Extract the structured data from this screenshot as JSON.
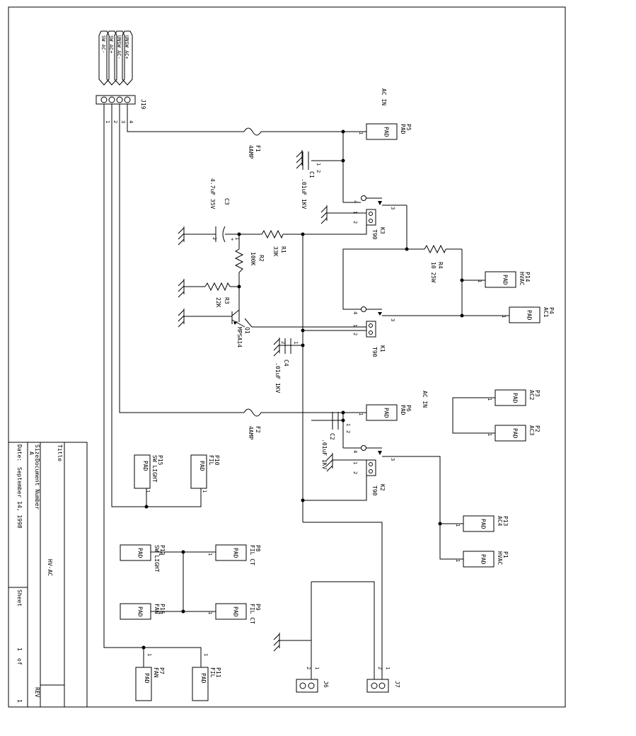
{
  "title_block": {
    "title_label": "Title",
    "title": "HV-AC",
    "size_label": "Size",
    "size": "A",
    "docnum_label": "Document Number",
    "rev_label": "REV",
    "date_label": "Date:",
    "date": "September 14, 1998",
    "sheet_label": "Sheet",
    "sheet_value": "1",
    "of_label": "of",
    "of_value": "1"
  },
  "connector_j19": {
    "ref": "J19",
    "pin_labels": [
      "UNSW AC+",
      "UNSW AC-",
      "SW AC+",
      "SW AC-"
    ],
    "pin_numbers": [
      "1",
      "2",
      "3",
      "4"
    ]
  },
  "pad_text": "PAD",
  "pads": [
    {
      "ref": "P5",
      "label": "PAD",
      "pin": "1"
    },
    {
      "ref": "P6",
      "label": "PAD",
      "pin": "1"
    },
    {
      "ref": "P14",
      "label": "HVAC",
      "pin": "1"
    },
    {
      "ref": "P4",
      "label": "AC1",
      "pin": "1"
    },
    {
      "ref": "P3",
      "label": "AC2",
      "pin": "1"
    },
    {
      "ref": "P2",
      "label": "AC3",
      "pin": "1"
    },
    {
      "ref": "P13",
      "label": "AC4",
      "pin": "1"
    },
    {
      "ref": "P1",
      "label": "HVAC",
      "pin": "1"
    },
    {
      "ref": "P15",
      "label": "SW LIGHT",
      "pin": "1"
    },
    {
      "ref": "P10",
      "label": "FIL",
      "pin": "1"
    },
    {
      "ref": "P12",
      "label": "SW LIGHT",
      "pin": "1"
    },
    {
      "ref": "P8",
      "label": "FIL CT",
      "pin": "1"
    },
    {
      "ref": "P16",
      "label": "FAN",
      "pin": "1"
    },
    {
      "ref": "P9",
      "label": "FIL CT",
      "pin": "1"
    },
    {
      "ref": "P7",
      "label": "FAN",
      "pin": "1"
    },
    {
      "ref": "P11",
      "label": "FIL",
      "pin": "1"
    }
  ],
  "components": {
    "ac_in_1": "AC IN",
    "ac_in_2": "AC IN",
    "f1": {
      "ref": "F1",
      "value": "4AMP"
    },
    "f2": {
      "ref": "F2",
      "value": "4AMP"
    },
    "c1": {
      "ref": "C1",
      "value": ".01uF 1KV",
      "pins": [
        "1",
        "2"
      ]
    },
    "c2": {
      "ref": "C2",
      "value": ".01uF 1KV",
      "pins": [
        "1",
        "2"
      ]
    },
    "c3": {
      "ref": "C3",
      "value": "4.7uF 35V",
      "pins": [
        "1",
        "2"
      ],
      "polarity": "+"
    },
    "c4": {
      "ref": "C4",
      "value": ".01uF 1KV",
      "pins": [
        "1",
        "2"
      ]
    },
    "r1": {
      "ref": "R1",
      "value": "33K"
    },
    "r2": {
      "ref": "R2",
      "value": "100K"
    },
    "r3": {
      "ref": "R3",
      "value": "22K"
    },
    "r4": {
      "ref": "R4",
      "value": "10 25W"
    },
    "q1": {
      "ref": "Q1",
      "value": "MPSA14"
    },
    "k1": {
      "ref": "K1",
      "value": "T90",
      "pins": [
        "4",
        "3",
        "1",
        "2"
      ]
    },
    "k2": {
      "ref": "K2",
      "value": "T90",
      "pins": [
        "4",
        "3",
        "1",
        "2"
      ]
    },
    "k3": {
      "ref": "K3",
      "value": "T90",
      "pins": [
        "4",
        "3",
        "1",
        "2"
      ]
    },
    "j6": {
      "ref": "J6",
      "pins": [
        "1",
        "2"
      ]
    },
    "j7": {
      "ref": "J7",
      "pins": [
        "1",
        "2"
      ]
    }
  }
}
